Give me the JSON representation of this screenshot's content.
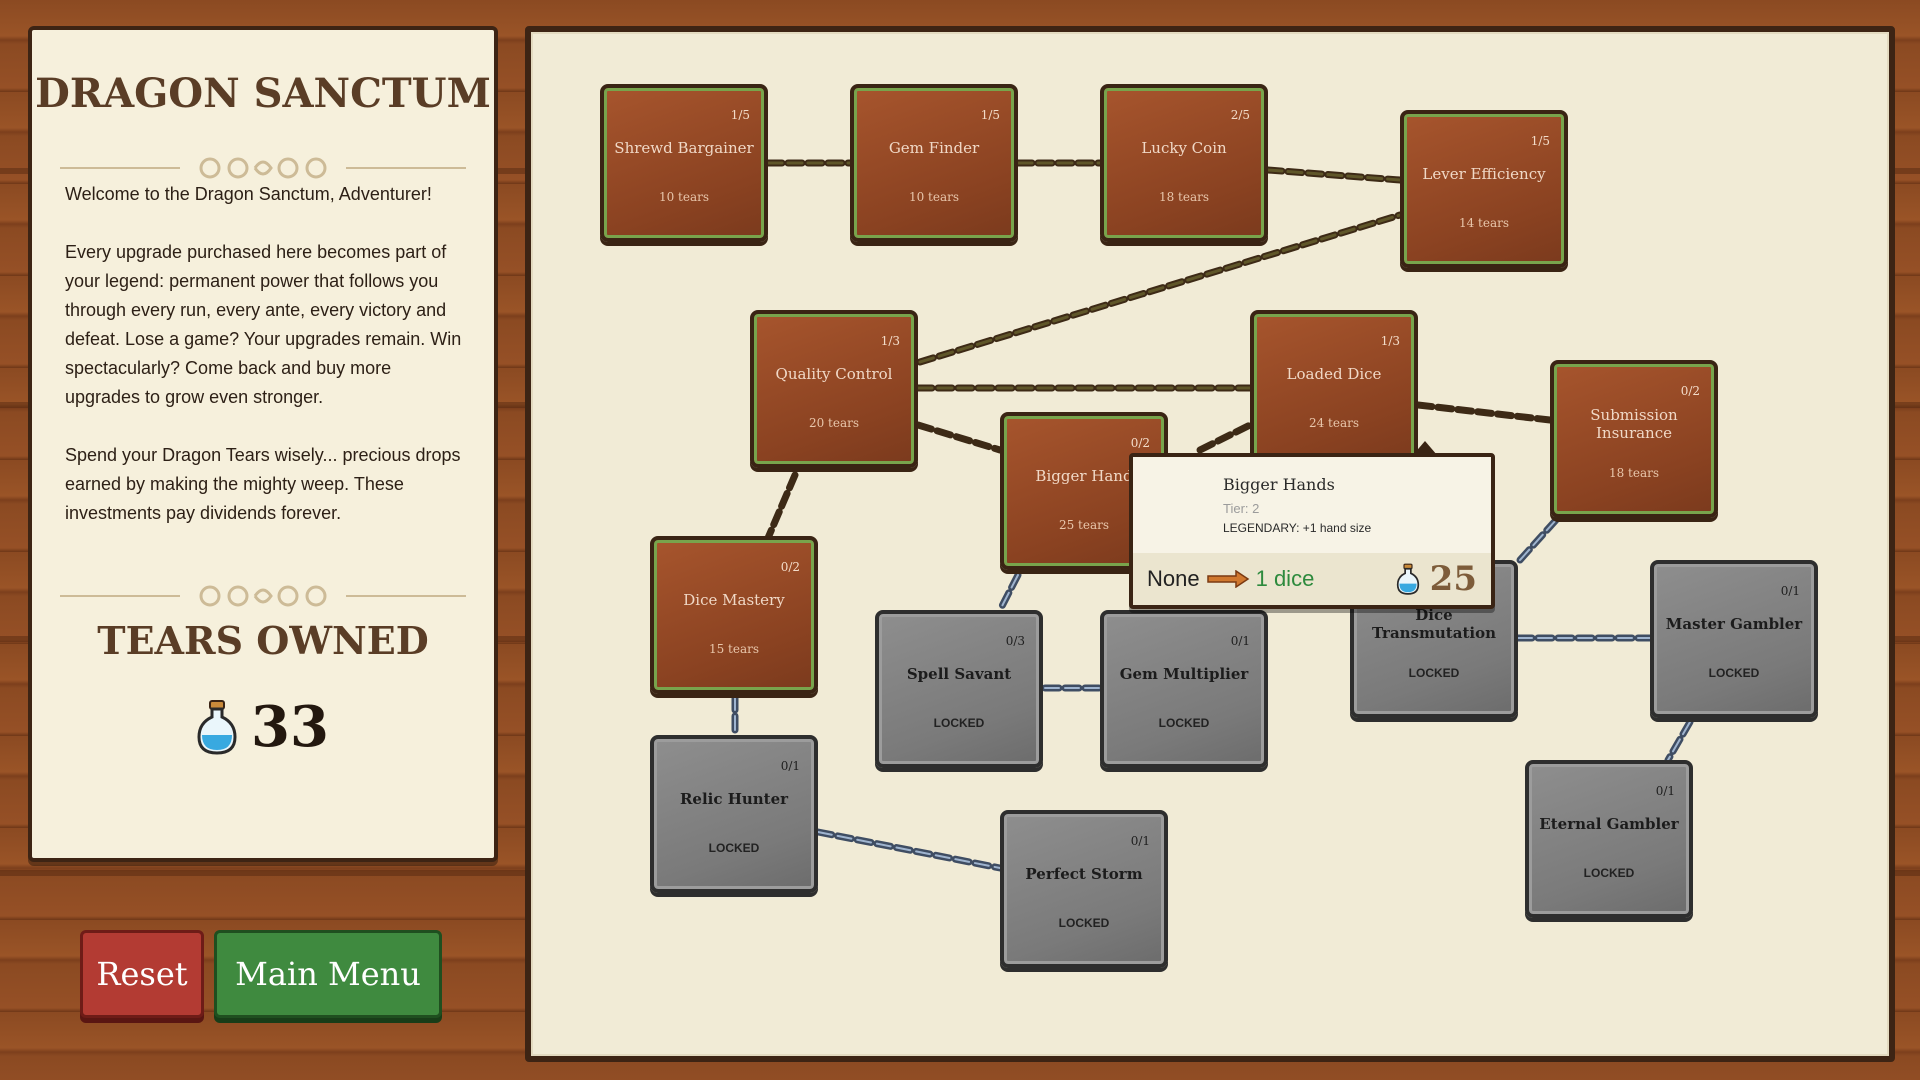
{
  "panel": {
    "title": "DRAGON SANCTUM",
    "intro": [
      "Welcome to the Dragon Sanctum, Adventurer!",
      "Every upgrade purchased here becomes part of your legend: permanent power that follows you through every run, every ante, every victory and defeat. Lose a game? Your upgrades remain. Win spectacularly? Come back and buy more upgrades to grow even stronger.",
      "Spend your Dragon Tears wisely... precious drops earned by making the mighty weep. These investments pay dividends forever."
    ],
    "tears_heading": "TEARS OWNED",
    "tears_value": "33"
  },
  "buttons": {
    "reset": "Reset",
    "main_menu": "Main Menu"
  },
  "nodes": [
    {
      "id": "shrewd-bargainer",
      "name": "Shrewd Bargainer",
      "level": "1/5",
      "cost": "10 tears",
      "state": "unlocked"
    },
    {
      "id": "gem-finder",
      "name": "Gem Finder",
      "level": "1/5",
      "cost": "10 tears",
      "state": "unlocked"
    },
    {
      "id": "lucky-coin",
      "name": "Lucky Coin",
      "level": "2/5",
      "cost": "18 tears",
      "state": "unlocked"
    },
    {
      "id": "lever-efficiency",
      "name": "Lever Efficiency",
      "level": "1/5",
      "cost": "14 tears",
      "state": "unlocked"
    },
    {
      "id": "quality-control",
      "name": "Quality Control",
      "level": "1/3",
      "cost": "20 tears",
      "state": "unlocked"
    },
    {
      "id": "loaded-dice",
      "name": "Loaded Dice",
      "level": "1/3",
      "cost": "24 tears",
      "state": "unlocked"
    },
    {
      "id": "submission-insurance",
      "name": "Submission Insurance",
      "level": "0/2",
      "cost": "18 tears",
      "state": "unlocked"
    },
    {
      "id": "bigger-hands",
      "name": "Bigger Hand",
      "level": "0/2",
      "cost": "25 tears",
      "state": "unlocked"
    },
    {
      "id": "dice-mastery",
      "name": "Dice Mastery",
      "level": "0/2",
      "cost": "15 tears",
      "state": "unlocked"
    },
    {
      "id": "spell-savant",
      "name": "Spell Savant",
      "level": "0/3",
      "cost": "LOCKED",
      "state": "locked"
    },
    {
      "id": "gem-multiplier",
      "name": "Gem Multiplier",
      "level": "0/1",
      "cost": "LOCKED",
      "state": "locked"
    },
    {
      "id": "dice-transmutation",
      "name": "Dice Transmutation",
      "level": "",
      "cost": "LOCKED",
      "state": "locked"
    },
    {
      "id": "master-gambler",
      "name": "Master Gambler",
      "level": "0/1",
      "cost": "LOCKED",
      "state": "locked"
    },
    {
      "id": "relic-hunter",
      "name": "Relic Hunter",
      "level": "0/1",
      "cost": "LOCKED",
      "state": "locked"
    },
    {
      "id": "perfect-storm",
      "name": "Perfect Storm",
      "level": "0/1",
      "cost": "LOCKED",
      "state": "locked"
    },
    {
      "id": "eternal-gambler",
      "name": "Eternal Gambler",
      "level": "0/1",
      "cost": "LOCKED",
      "state": "locked"
    }
  ],
  "tooltip": {
    "name": "Bigger Hands",
    "tier": "Tier: 2",
    "effect": "LEGENDARY: +1 hand size",
    "from": "None",
    "to": "1 dice",
    "cost": "25"
  },
  "colors": {
    "tear": "#38a9e0",
    "unlocked_border": "#78a44c",
    "reset": "#b33b33",
    "main_menu": "#3f8a3f",
    "upgrade_to": "#2d8a3d"
  }
}
